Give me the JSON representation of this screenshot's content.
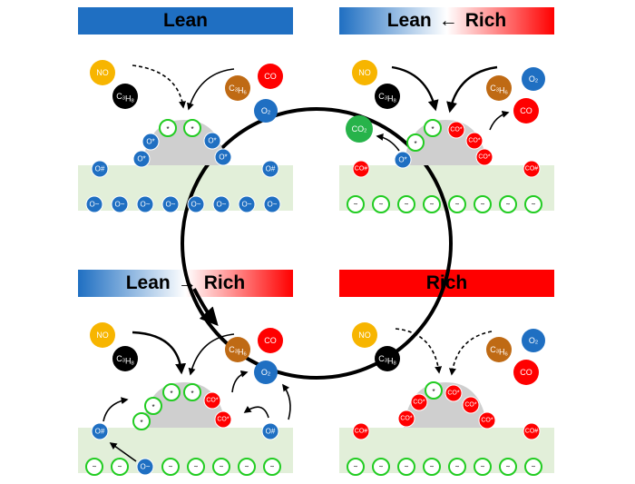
{
  "banners": {
    "lean": "Lean",
    "lean_rich_back": {
      "left": "Lean",
      "arrow": "←",
      "right": "Rich"
    },
    "lean_rich_fwd": {
      "left": "Lean",
      "arrow": "→",
      "right": "Rich"
    },
    "rich": "Rich"
  },
  "species": {
    "no": "NO",
    "c3h8": "C3H8",
    "c3h6": "C3H6",
    "co": "CO",
    "o2": "O2",
    "co2": "CO2"
  },
  "site_labels": {
    "vacant": "*",
    "o_star": "O*",
    "co_star": "CO*",
    "o_hash": "O#",
    "co_hash": "CO#",
    "o_tilde": "O~",
    "tilde": "~"
  },
  "colors": {
    "blue": "#1f6fc2",
    "red": "#ff0000",
    "green": "#27b34a",
    "orange": "#bf6a14",
    "yellow": "#f7b500",
    "support": "#e2efd9",
    "particle": "#cfcfcf",
    "vacant_ring": "#22cc22"
  }
}
